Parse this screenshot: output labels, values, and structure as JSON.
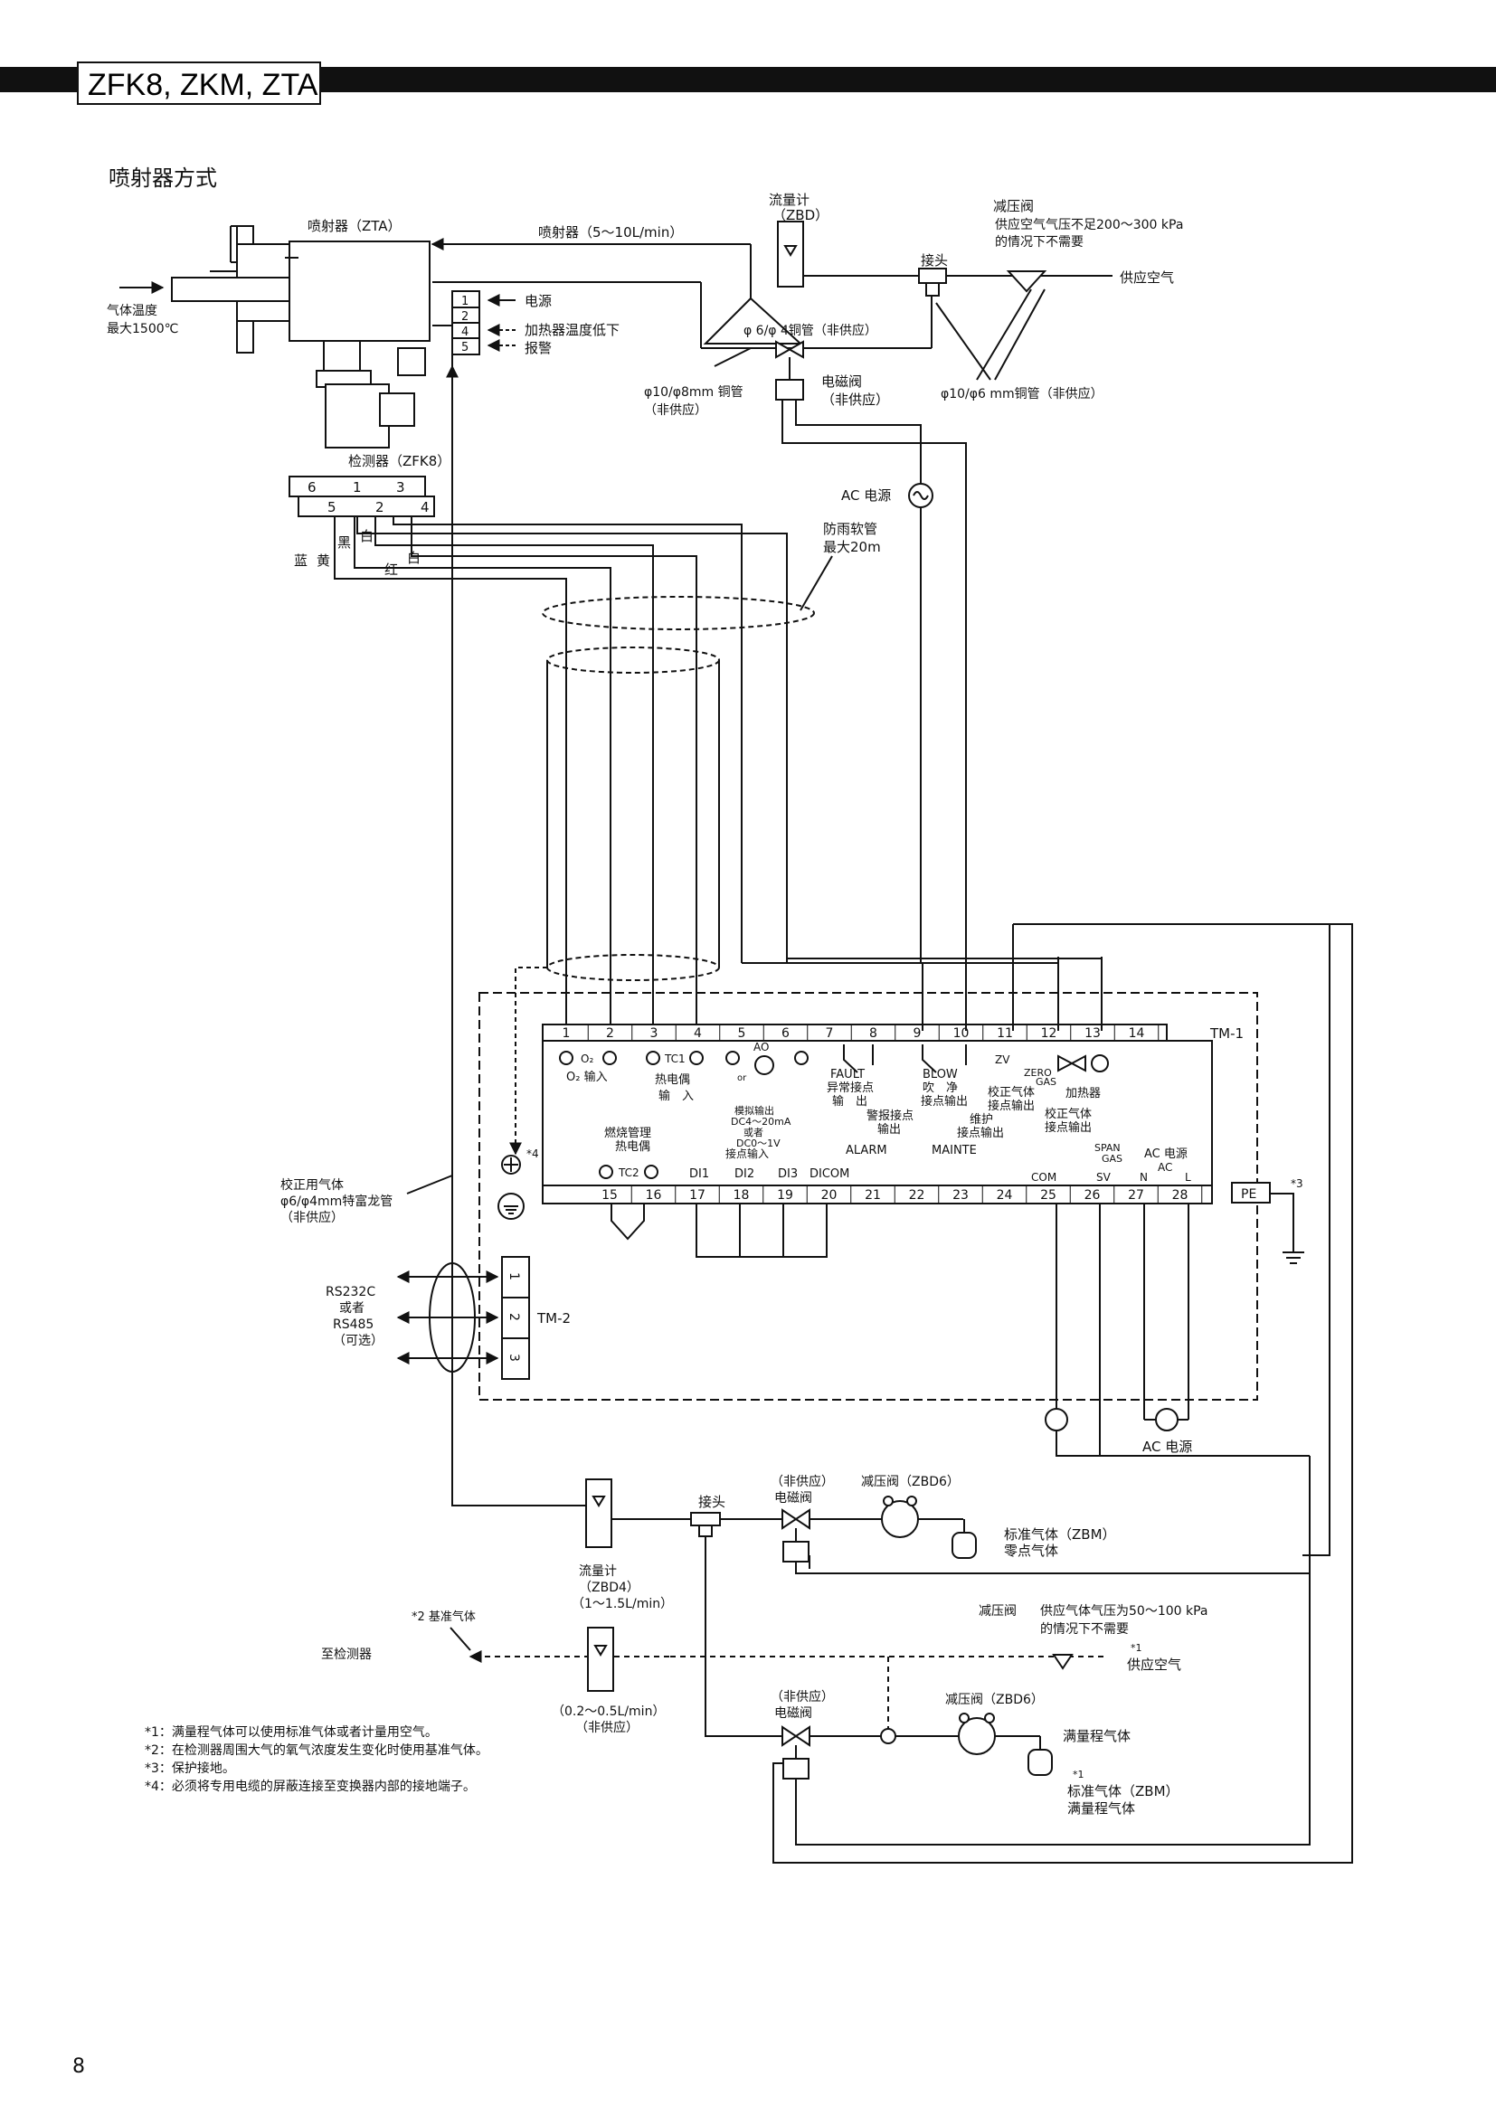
{
  "header": {
    "title": "ZFK8, ZKM, ZTA"
  },
  "section_title": "喷射器方式",
  "page_number": "8",
  "top": {
    "ejector_label": "喷射器（ZTA）",
    "ejector_flow": "喷射器（5～10L/min）",
    "gas_temp_1": "气体温度",
    "gas_temp_2": "最大1500℃",
    "flowmeter_1": "流量计",
    "flowmeter_2": "（ZBD）",
    "reducer_1": "减压阀",
    "reducer_2": "供应空气气压不足200～300 kPa",
    "reducer_3": "的情况下不需要",
    "joint": "接头",
    "supply_air": "供应空气",
    "copper_tube_64": "φ 6/φ 4铜管（非供应）",
    "solenoid_1": "电磁阀",
    "solenoid_2": "（非供应）",
    "tube_10_8_1": "φ10/φ8mm 铜管",
    "tube_10_8_2": "（非供应）",
    "tube_10_6": "φ10/φ6 mm铜管（非供应）",
    "ac_power": "AC 电源",
    "hose_1": "防雨软管",
    "hose_2": "最大20m",
    "legend": [
      {
        "num": "1",
        "label": "电源"
      },
      {
        "num": "2",
        "label": ""
      },
      {
        "num": "4",
        "label": "加热器温度低下"
      },
      {
        "num": "5",
        "label": "报警"
      }
    ],
    "detector": "检测器（ZFK8）",
    "det_top": [
      "6",
      "1",
      "3"
    ],
    "det_bot": [
      "5",
      "2",
      "4"
    ],
    "wire_colors": {
      "blue": "蓝",
      "yellow": "黄",
      "black": "黑",
      "white": "白",
      "red": "红",
      "white2": "白"
    }
  },
  "tm1": {
    "name": "TM-1",
    "top_terms": [
      "1",
      "2",
      "3",
      "4",
      "5",
      "6",
      "7",
      "8",
      "9",
      "10",
      "11",
      "12",
      "13",
      "14"
    ],
    "bot_terms": [
      "15",
      "16",
      "17",
      "18",
      "19",
      "20",
      "21",
      "22",
      "23",
      "24",
      "25",
      "26",
      "27",
      "28"
    ],
    "o2_in_1": "O₂",
    "o2_in_2": "O₂ 输入",
    "tc1": "TC1",
    "tc_in_1": "热电偶",
    "tc_in_2": "输　入",
    "ao": "AO",
    "or_text": "or",
    "analog_1": "模拟输出",
    "analog_2": "DC4～20mA",
    "analog_3": "或者",
    "analog_4": "DC0～1V",
    "analog_5": "接点输入",
    "fault_1": "FAULT",
    "fault_2": "异常接点",
    "fault_3": "输　出",
    "blow_1": "BLOW",
    "blow_2": "吹　净",
    "blow_3": "接点输出",
    "zv": "ZV",
    "zero": "ZERO",
    "gas": "GAS",
    "cal_1": "校正气体",
    "cal_2": "接点输出",
    "heater": "加热器",
    "cal2_1": "校正气体",
    "cal2_2": "接点输出",
    "alarm_1": "警报接点",
    "alarm_2": "输出",
    "maint_1": "维护",
    "maint_2": "接点输出",
    "burn_1": "燃烧管理",
    "burn_2": "热电偶",
    "tc2": "TC2",
    "di1": "DI1",
    "di2": "DI2",
    "di3": "DI3",
    "dicom": "DICOM",
    "alarm_lbl": "ALARM",
    "mainte_lbl": "MAINTE",
    "com": "COM",
    "sv": "SV",
    "span": "SPAN",
    "span_gas": "GAS",
    "ac_src": "AC 电源",
    "ac_lbl": "AC",
    "n": "N",
    "l": "L",
    "pe": "PE",
    "note3": "*3",
    "note4": "*4"
  },
  "tm2": {
    "name": "TM-2",
    "terms": [
      "1",
      "2",
      "3"
    ],
    "rs_1": "RS232C",
    "rs_2": "或者",
    "rs_3": "RS485",
    "rs_4": "（可选）"
  },
  "bottom": {
    "cal_gas_1": "校正用气体",
    "cal_gas_2": "φ6/φ4mm特富龙管",
    "cal_gas_3": "（非供应）",
    "ac_power": "AC 电源",
    "joint": "接头",
    "solenoid_1": "（非供应）",
    "solenoid_2": "电磁阀",
    "reducer_zbd6": "减压阀（ZBD6）",
    "std_gas_1": "标准气体（ZBM）",
    "std_gas_2": "零点气体",
    "flow_zbd4_1": "流量计",
    "flow_zbd4_2": "（ZBD4）",
    "flow_zbd4_3": "（1～1.5L/min）",
    "ref_gas": "*2 基准气体",
    "to_detector": "至检测器",
    "reducer2_1": "减压阀",
    "reducer2_2": "供应气体气压为50～100 kPa",
    "reducer2_3": "的情况下不需要",
    "note1": "*1",
    "supply_air": "供应空气",
    "flow_small_1": "（0.2～0.5L/min）",
    "flow_small_2": "（非供应）",
    "solenoid2_1": "（非供应）",
    "solenoid2_2": "电磁阀",
    "reducer2_zbd6": "减压阀（ZBD6）",
    "span_gas": "满量程气体",
    "note1b": "*1",
    "std_span_1": "标准气体（ZBM）",
    "std_span_2": "满量程气体"
  },
  "notes": [
    "*1：满量程气体可以使用标准气体或者计量用空气。",
    "*2：在检测器周围大气的氧气浓度发生变化时使用基准气体。",
    "*3：保护接地。",
    "*4：必须将专用电缆的屏蔽连接至变换器内部的接地端子。"
  ]
}
